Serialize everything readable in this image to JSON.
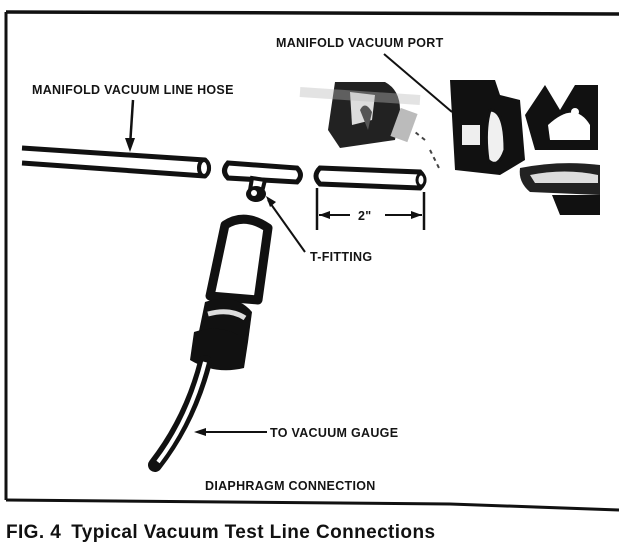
{
  "figure": {
    "labels": {
      "manifold_port": "MANIFOLD VACUUM PORT",
      "hose": "MANIFOLD VACUUM LINE HOSE",
      "dimension": "2\"",
      "t_fitting": "T-FITTING",
      "to_gauge": "TO VACUUM GAUGE",
      "subtitle": "DIAPHRAGM CONNECTION"
    },
    "caption": {
      "number": "FIG. 4",
      "title": "Typical Vacuum Test Line Connections"
    }
  },
  "colors": {
    "ink": "#111111",
    "paper": "#ffffff"
  }
}
